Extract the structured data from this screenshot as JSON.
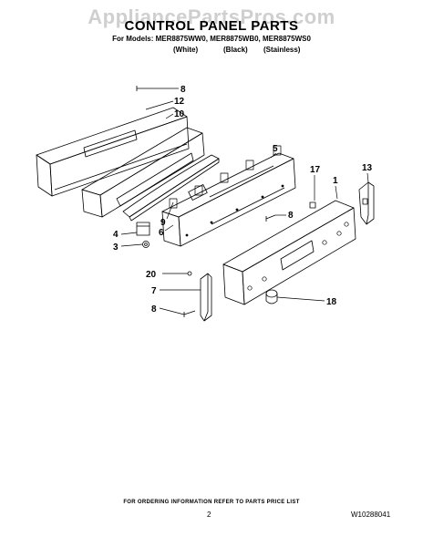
{
  "watermark": "AppliancePartsPros.com",
  "header": {
    "title": "CONTROL PANEL PARTS",
    "models": "For Models: MER8875WW0, MER8875WB0, MER8875WS0",
    "variants": [
      "(White)",
      "(Black)",
      "(Stainless)"
    ]
  },
  "callouts": [
    "8",
    "12",
    "10",
    "5",
    "17",
    "1",
    "13",
    "8",
    "9",
    "4",
    "6",
    "3",
    "20",
    "7",
    "18",
    "8"
  ],
  "footer": {
    "note": "FOR ORDERING INFORMATION REFER TO PARTS PRICE LIST",
    "page": "2",
    "doc_number": "W10288041"
  }
}
